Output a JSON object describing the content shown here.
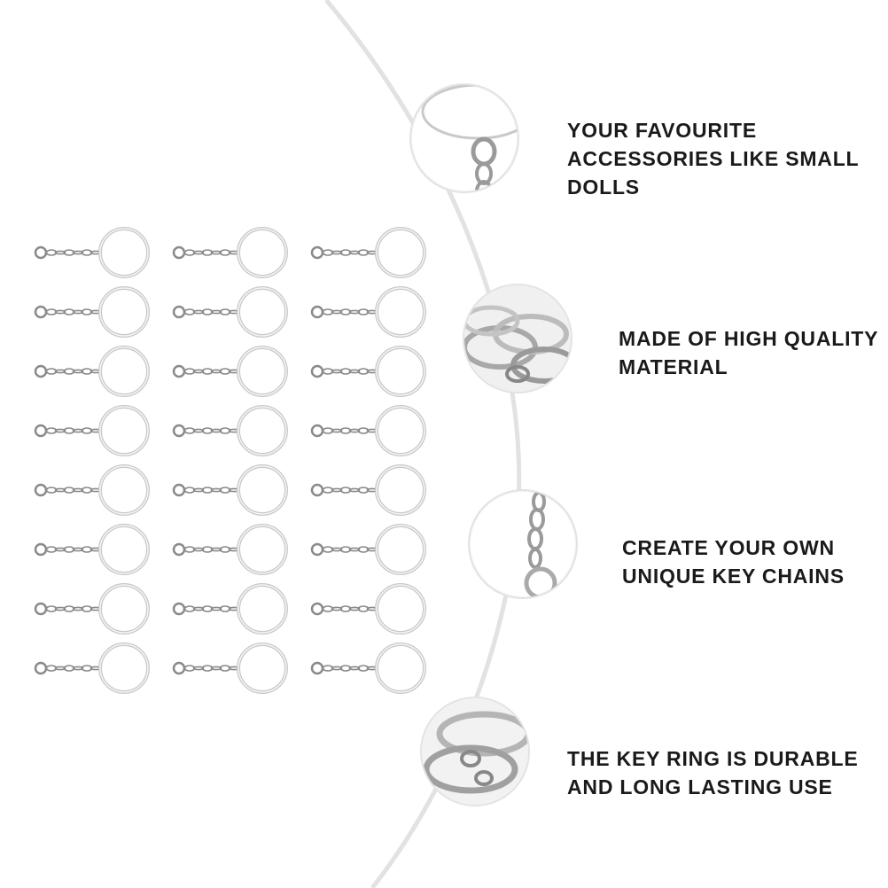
{
  "colors": {
    "background": "#ffffff",
    "arc": "#e2e2e2",
    "metal_light": "#f4f4f4",
    "metal_mid": "#c8c8c8",
    "metal_dark": "#8a8a8a",
    "text": "#1a1a1a"
  },
  "product_grid": {
    "columns": 3,
    "rows": 8,
    "item_icon": "split-key-ring-with-chain-icon"
  },
  "features": [
    {
      "icon": "key-ring-chain-closeup-icon",
      "text": "YOUR FAVOURITE\nACCESSORIES LIKE SMALL\nDOLLS"
    },
    {
      "icon": "stacked-rings-closeup-icon",
      "text": "MADE OF HIGH QUALITY\nMATERIAL"
    },
    {
      "icon": "chain-closeup-icon",
      "text": "CREATE YOUR OWN\nUNIQUE KEY CHAINS"
    },
    {
      "icon": "durable-rings-closeup-icon",
      "text": "THE KEY RING IS DURABLE\nAND LONG LASTING USE"
    }
  ]
}
